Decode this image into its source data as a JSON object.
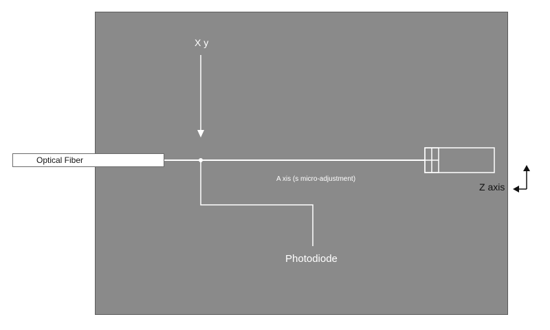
{
  "labels": {
    "optical_fiber": "Optical Fiber",
    "xy_axis": "X y",
    "a_axis": "A xis (s micro-adjustment)",
    "photodiode": "Photodiode",
    "z_axis": "Z axis"
  },
  "colors": {
    "panel": "#8a8a8a",
    "line": "#ffffff",
    "outside_text": "#111111"
  }
}
